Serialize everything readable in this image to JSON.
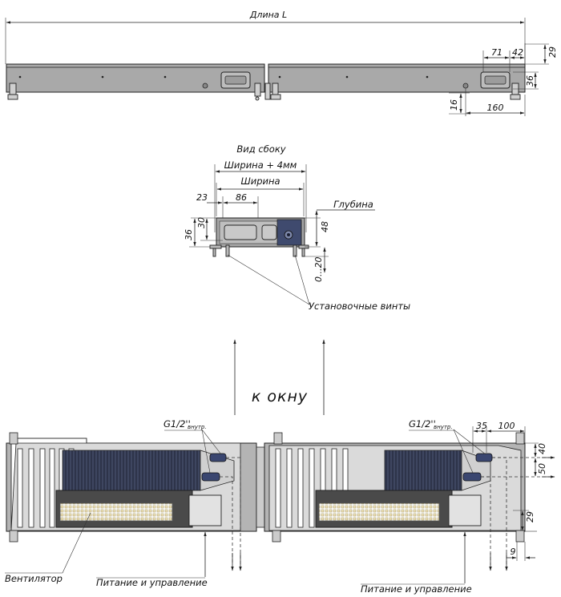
{
  "top_view": {
    "length_label": "Длина L",
    "dim_71": "71",
    "dim_42": "42",
    "dim_29": "29",
    "dim_36": "36",
    "dim_16": "16",
    "dim_160": "160"
  },
  "side_view": {
    "title": "Вид сбоку",
    "width_plus": "Ширина + 4мм",
    "width": "Ширина",
    "depth": "Глубина",
    "dim_23": "23",
    "dim_86": "86",
    "dim_30": "30",
    "dim_36": "36",
    "dim_48": "48",
    "dim_0_20": "0...20",
    "screws": "Установочные винты"
  },
  "window_label": "к окну",
  "plan_view": {
    "thread_left": "G1/2''",
    "thread_left_sub": "внутр.",
    "thread_right": "G1/2''",
    "thread_right_sub": "внутр.",
    "dim_35": "35",
    "dim_100": "100",
    "dim_40": "40",
    "dim_50": "50",
    "dim_29": "29",
    "dim_9": "9",
    "fan": "Вентилятор",
    "power_left": "Питание и управление",
    "power_right": "Питание и управление"
  }
}
